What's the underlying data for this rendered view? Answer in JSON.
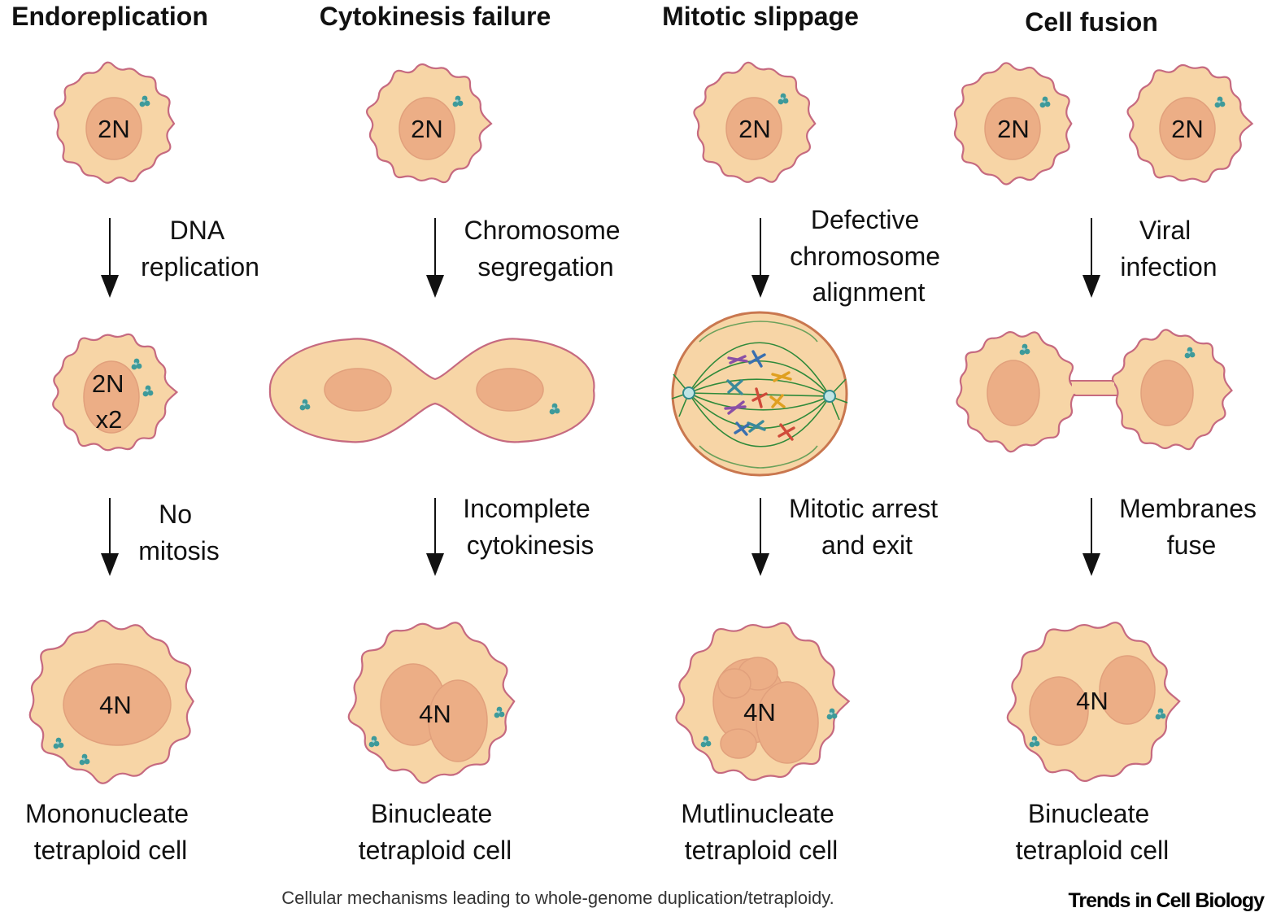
{
  "columns": [
    {
      "title": "Endoreplication",
      "start_label": "2N",
      "step1": [
        "DNA",
        "replication"
      ],
      "mid_label": [
        "2N",
        "x2"
      ],
      "step2": [
        "No",
        "mitosis"
      ],
      "end_label": "4N",
      "result": [
        "Mononucleate",
        "tetraploid cell"
      ]
    },
    {
      "title": "Cytokinesis failure",
      "start_label": "2N",
      "step1": [
        "Chromosome",
        "segregation"
      ],
      "step2": [
        "Incomplete",
        "cytokinesis"
      ],
      "end_label": "4N",
      "result": [
        "Binucleate",
        "tetraploid cell"
      ]
    },
    {
      "title": "Mitotic slippage",
      "start_label": "2N",
      "step1": [
        "Defective",
        "chromosome",
        "alignment"
      ],
      "step2": [
        "Mitotic arrest",
        "and exit"
      ],
      "end_label": "4N",
      "result": [
        "Mutlinucleate",
        "tetraploid cell"
      ]
    },
    {
      "title": "Cell fusion",
      "start_labels": [
        "2N",
        "2N"
      ],
      "step1": [
        "Viral",
        "infection"
      ],
      "step2": [
        "Membranes",
        "fuse"
      ],
      "end_label": "4N",
      "result": [
        "Binucleate",
        "tetraploid cell"
      ]
    }
  ],
  "caption": "Cellular mechanisms leading to whole-genome duplication/tetraploidy.",
  "journal": "Trends in Cell Biology",
  "colors": {
    "cytoplasm": "#f7d5a6",
    "membrane": "#c66a80",
    "nucleus": "#ecae86",
    "centrosome": "#3e9a9a",
    "spindle": "#2f8a3a"
  }
}
